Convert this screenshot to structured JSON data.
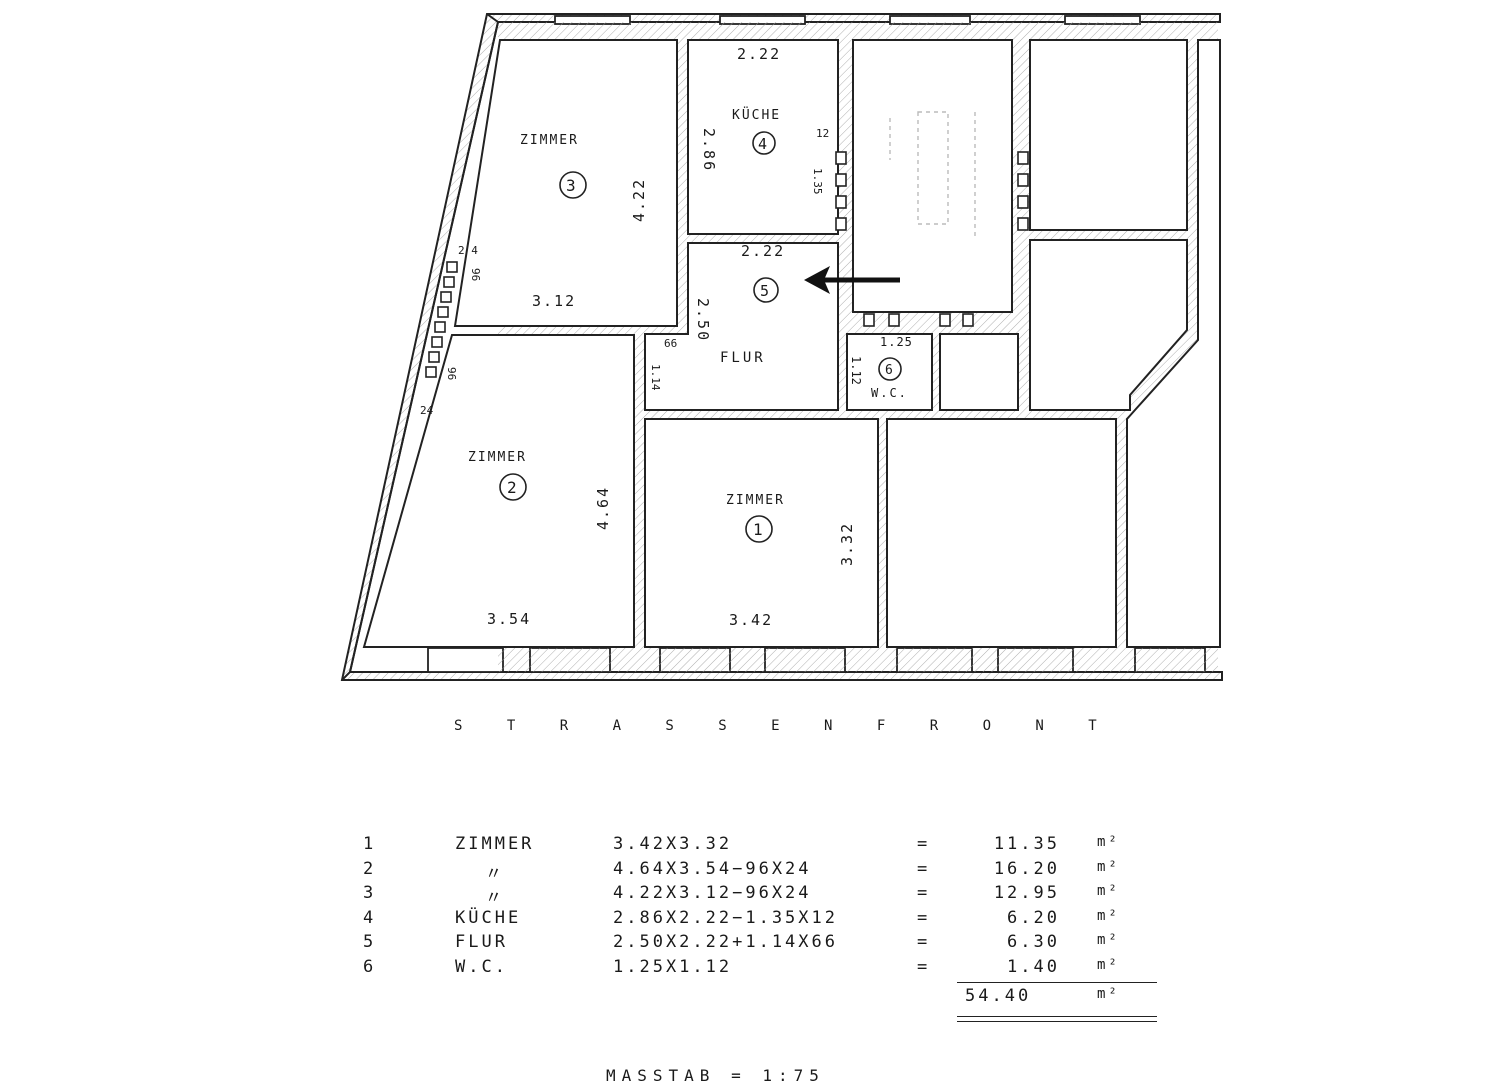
{
  "plan": {
    "street_label": "S T R A S S E N F R O N T",
    "rooms": [
      {
        "id": "room-3",
        "name": "ZIMMER",
        "number": "3",
        "width": "3.12",
        "height": "4.22"
      },
      {
        "id": "room-4",
        "name": "KÜCHE",
        "number": "4",
        "width": "2.22",
        "height": "2.86",
        "sub_dim": "1.35",
        "sub_small": "12"
      },
      {
        "id": "room-5",
        "name": "FLUR",
        "number": "5",
        "width": "2.22",
        "height": "2.50",
        "sub_dim": "1.14",
        "sub_small": "66"
      },
      {
        "id": "room-6",
        "name": "W.C.",
        "number": "6",
        "width": "1.25",
        "height": "1.12"
      },
      {
        "id": "room-2",
        "name": "ZIMMER",
        "number": "2",
        "width": "3.54",
        "height": "4.64"
      },
      {
        "id": "room-1",
        "name": "ZIMMER",
        "number": "1",
        "width": "3.42",
        "height": "3.32"
      }
    ],
    "chimney_dims": {
      "a": "2 4",
      "b": "96",
      "c": "96",
      "d": "24"
    }
  },
  "area_table": {
    "rows": [
      {
        "no": "1",
        "name": "ZIMMER",
        "calc": "3.42X3.32",
        "eq": "=",
        "value": "11.35",
        "unit": "m²"
      },
      {
        "no": "2",
        "name": "〃",
        "calc": "4.64X3.54−96X24",
        "eq": "=",
        "value": "16.20",
        "unit": "m²"
      },
      {
        "no": "3",
        "name": "〃",
        "calc": "4.22X3.12−96X24",
        "eq": "=",
        "value": "12.95",
        "unit": "m²"
      },
      {
        "no": "4",
        "name": "KÜCHE",
        "calc": "2.86X2.22−1.35X12",
        "eq": "=",
        "value": "6.20",
        "unit": "m²"
      },
      {
        "no": "5",
        "name": "FLUR",
        "calc": "2.50X2.22+1.14X66",
        "eq": "=",
        "value": "6.30",
        "unit": "m²"
      },
      {
        "no": "6",
        "name": "W.C.",
        "calc": "1.25X1.12",
        "eq": "=",
        "value": "1.40",
        "unit": "m²"
      }
    ],
    "total": {
      "value": "54.40",
      "unit": "m²"
    }
  },
  "scale_label": "MASSTAB = 1:75"
}
